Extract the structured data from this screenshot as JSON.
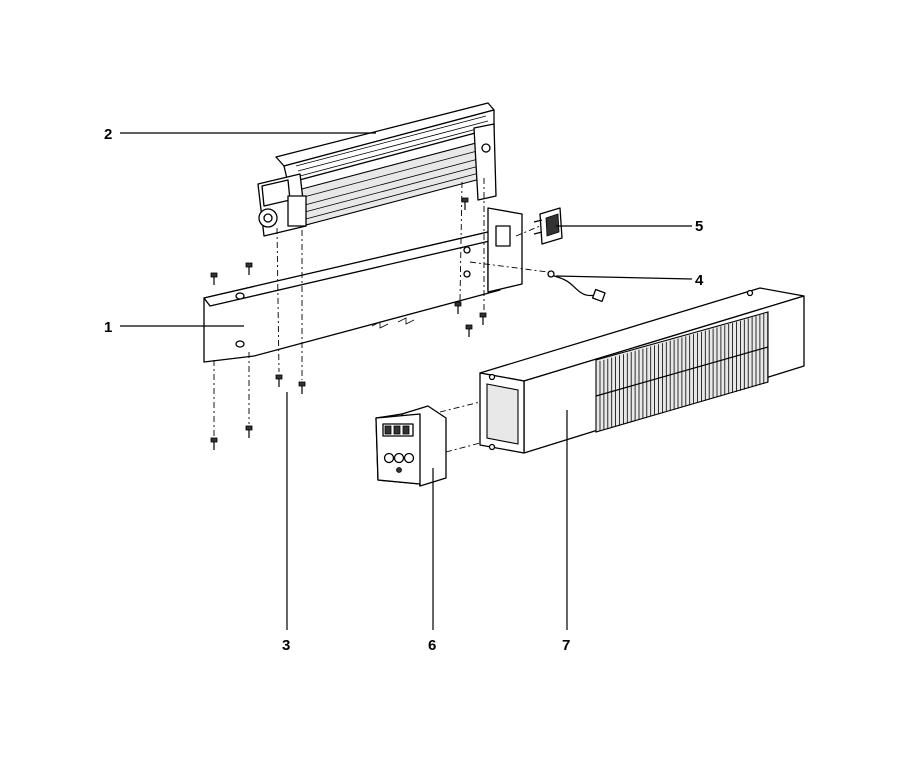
{
  "diagram": {
    "callouts": [
      {
        "id": "1",
        "label": "1"
      },
      {
        "id": "2",
        "label": "2"
      },
      {
        "id": "3",
        "label": "3"
      },
      {
        "id": "4",
        "label": "4"
      },
      {
        "id": "5",
        "label": "5"
      },
      {
        "id": "6",
        "label": "6"
      },
      {
        "id": "7",
        "label": "7"
      }
    ]
  },
  "colors": {
    "line": "#000000",
    "background": "#ffffff",
    "shade": "#e8e8e8"
  }
}
